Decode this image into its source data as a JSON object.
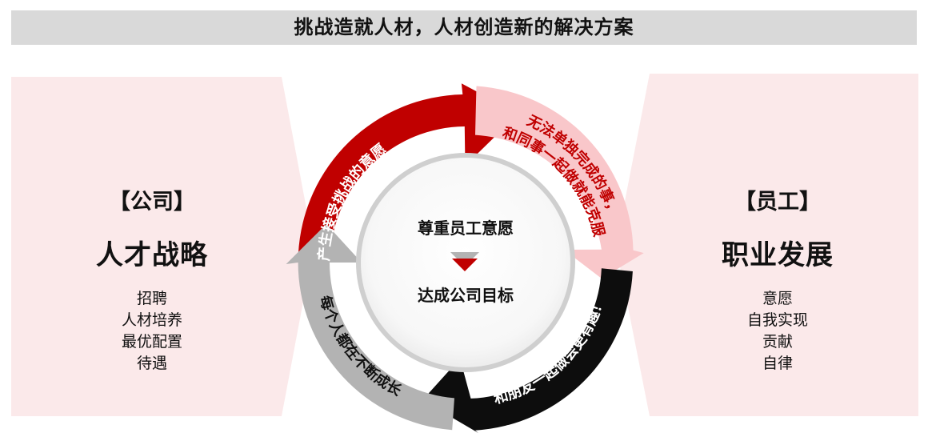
{
  "title": "挑战造就人材，人材创造新的解决方案",
  "left_panel": {
    "bracket_label": "【公司】",
    "heading": "人才战略",
    "items": [
      "招聘",
      "人材培养",
      "最优配置",
      "待遇"
    ]
  },
  "right_panel": {
    "bracket_label": "【员工】",
    "heading": "职业发展",
    "items": [
      "意愿",
      "自我实现",
      "贡献",
      "自律"
    ]
  },
  "center": {
    "top_text": "尊重员工意愿",
    "bottom_text": "达成公司目标"
  },
  "cycle": {
    "arrow_top_left": "产生接受挑战的意愿",
    "arrow_top_right_line1": "无法单独完成的事，",
    "arrow_top_right_line2": "和同事一起做就能克服",
    "arrow_bottom_right": "和朋友一起做会更有趣！",
    "arrow_bottom_left": "每个人都在不断成长"
  },
  "colors": {
    "title_bg": "#d9d9d9",
    "panel_bg": "#fbe9ea",
    "arrow_red": "#c00000",
    "arrow_pink": "#f9c7ca",
    "arrow_black": "#0d0d0d",
    "arrow_gray": "#b3b3b3",
    "center_ring": "#d0d0d0"
  }
}
